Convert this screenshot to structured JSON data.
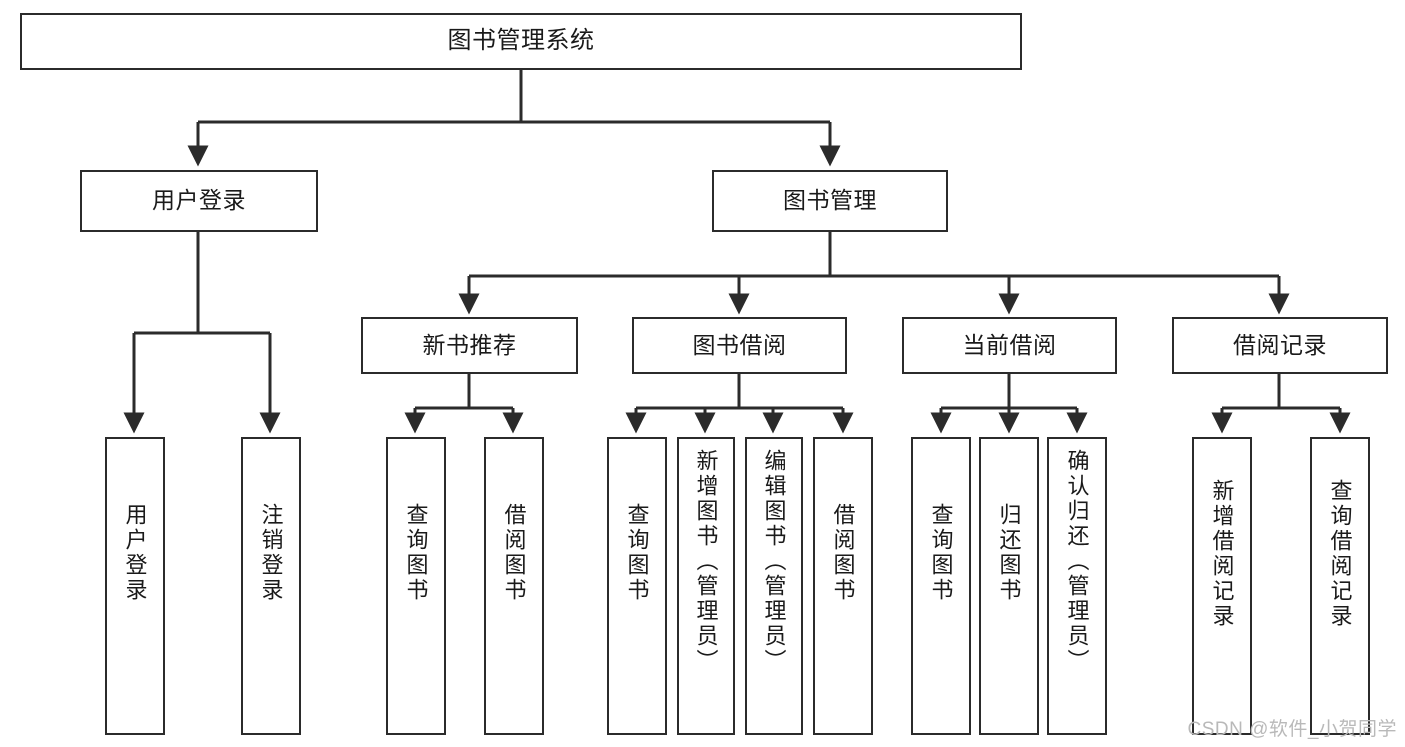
{
  "diagram": {
    "title": "图书管理系统",
    "type": "tree",
    "colors": {
      "stroke": "#2b2b2b",
      "fill": "#ffffff",
      "text": "#1a1a1a",
      "watermark": "#b9b9b9"
    },
    "root": {
      "label": "图书管理系统"
    },
    "level1": [
      {
        "label": "用户登录"
      },
      {
        "label": "图书管理"
      }
    ],
    "level2": [
      {
        "label": "新书推荐"
      },
      {
        "label": "图书借阅"
      },
      {
        "label": "当前借阅"
      },
      {
        "label": "借阅记录"
      }
    ],
    "leaves": {
      "user_login": [
        {
          "label": "用户登录"
        },
        {
          "label": "注销登录"
        }
      ],
      "new_book_recommend": [
        {
          "label": "查询图书"
        },
        {
          "label": "借阅图书"
        }
      ],
      "book_borrow": [
        {
          "label": "查询图书"
        },
        {
          "label": "新增图书（管理员）"
        },
        {
          "label": "编辑图书（管理员）"
        },
        {
          "label": "借阅图书"
        }
      ],
      "current_borrow": [
        {
          "label": "查询图书"
        },
        {
          "label": "归还图书"
        },
        {
          "label": "确认归还（管理员）"
        }
      ],
      "borrow_record": [
        {
          "label": "新增借阅记录"
        },
        {
          "label": "查询借阅记录"
        }
      ]
    },
    "watermark": "CSDN @软件_小贺同学"
  }
}
